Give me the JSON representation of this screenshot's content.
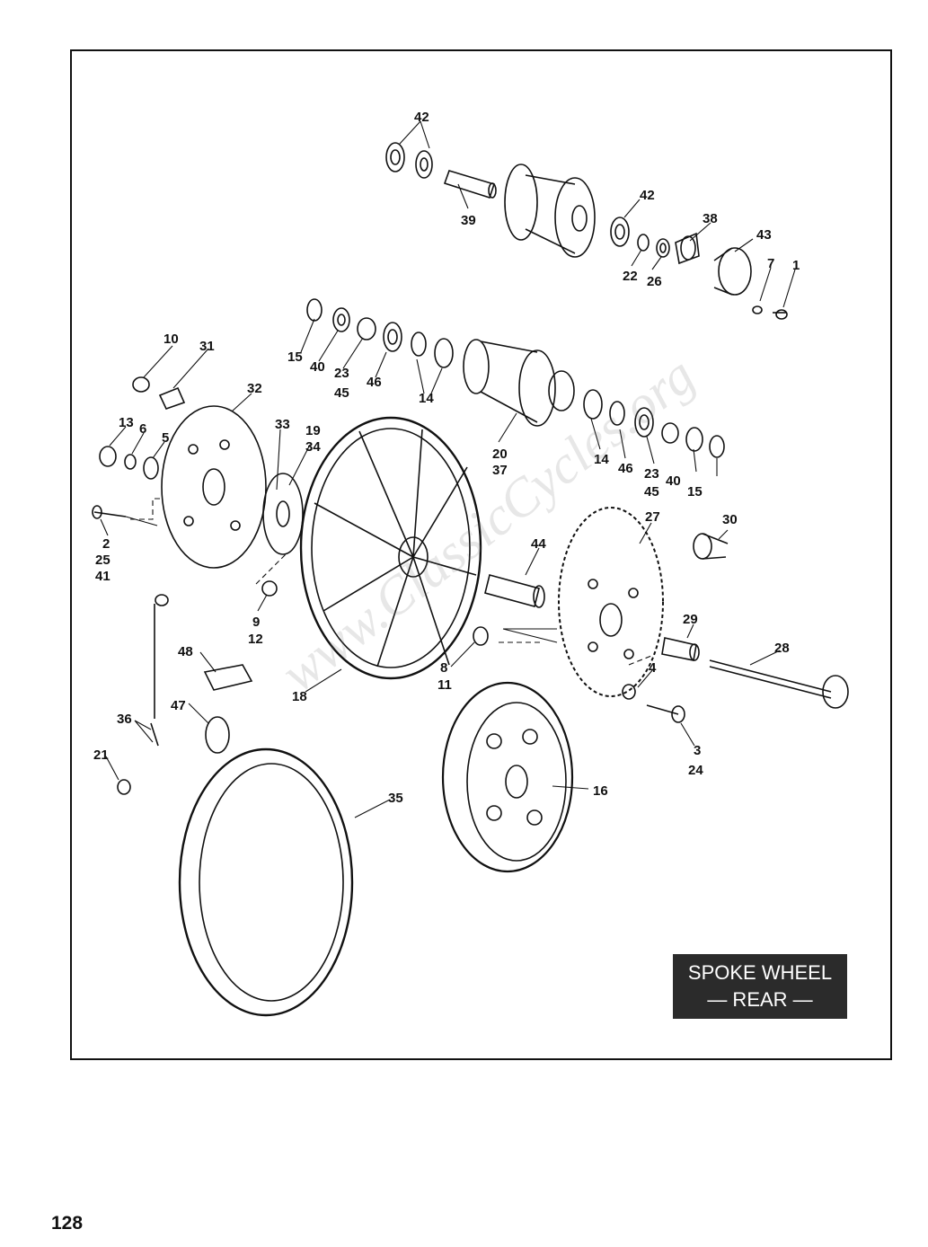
{
  "title_box": {
    "line1": "SPOKE WHEEL",
    "line2": "— REAR —"
  },
  "page_number": "128",
  "watermark": "www.ClassicCycles.org",
  "labels": [
    "42",
    "39",
    "42",
    "38",
    "43",
    "7",
    "1",
    "22",
    "26",
    "10",
    "31",
    "15",
    "40",
    "23",
    "45",
    "46",
    "14",
    "32",
    "13",
    "6",
    "5",
    "33",
    "19",
    "34",
    "20",
    "37",
    "14",
    "46",
    "23",
    "45",
    "40",
    "15",
    "2",
    "25",
    "41",
    "27",
    "30",
    "44",
    "9",
    "12",
    "29",
    "28",
    "48",
    "8",
    "11",
    "4",
    "18",
    "47",
    "36",
    "3",
    "24",
    "21",
    "35",
    "16"
  ]
}
